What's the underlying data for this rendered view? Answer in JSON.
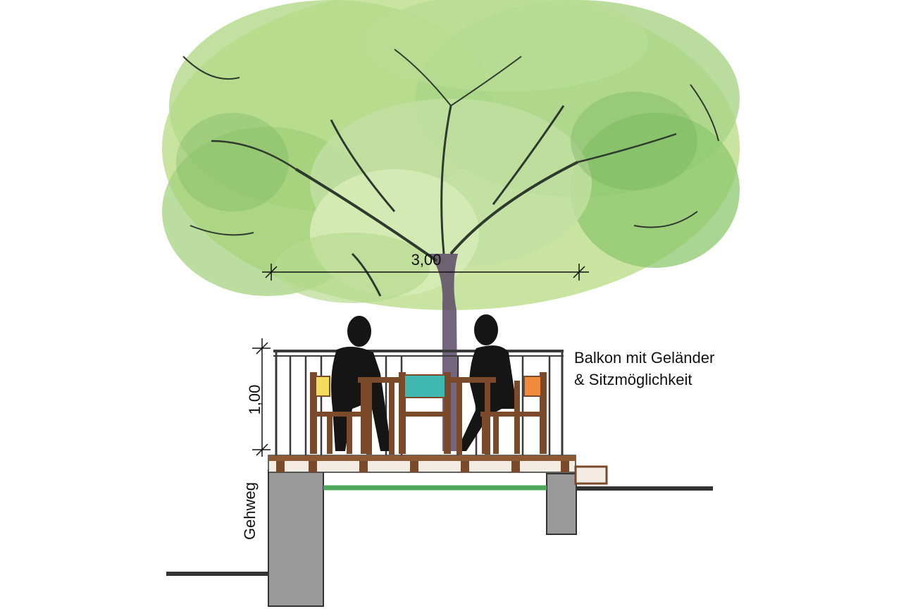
{
  "labels": {
    "width_dimension": "3,00",
    "height_dimension": "1,00",
    "caption_line1": "Balkon mit Geländer",
    "caption_line2": "& Sitzmöglichkeit",
    "sidewalk": "Gehweg"
  },
  "colors": {
    "foliage_light": "#c9e3a0",
    "foliage_mid": "#9fcf78",
    "foliage_dark": "#6fae5a",
    "branch": "#2f3a2e",
    "trunk": "#5b4a66",
    "wood": "#7a4a2a",
    "railing": "#3a3a3a",
    "concrete": "#9a9a9a",
    "lawn": "#4fa85a",
    "ground_line": "#333333",
    "chair_yellow": "#f2dc5d",
    "chair_teal": "#3fb8b0",
    "chair_orange": "#f08a3c",
    "silhouette": "#151515"
  },
  "icons": [
    "tree-illustration",
    "person-silhouette",
    "chair",
    "table"
  ]
}
